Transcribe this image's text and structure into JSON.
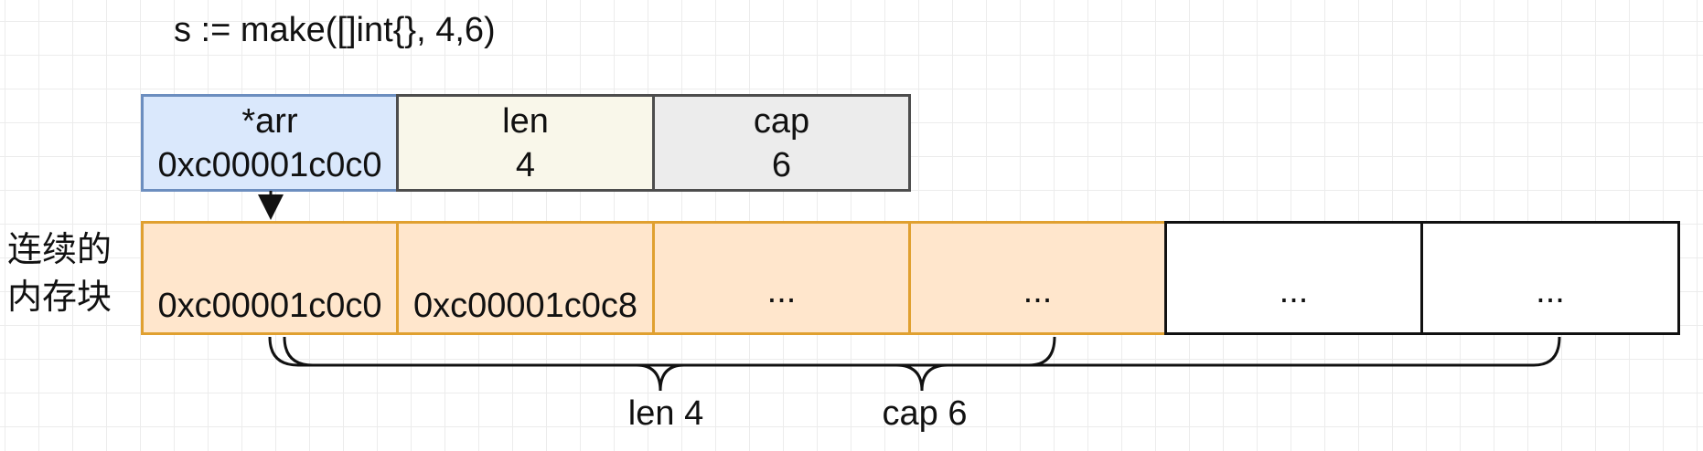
{
  "title": "s := make([]int{}, 4,6)",
  "header": {
    "arr": {
      "label": "*arr",
      "value": "0xc00001c0c0"
    },
    "len": {
      "label": "len",
      "value": "4"
    },
    "cap": {
      "label": "cap",
      "value": "6"
    }
  },
  "side_label": [
    "连续的",
    "内存块"
  ],
  "memory_cells": [
    {
      "text": "0xc00001c0c0",
      "filled": true
    },
    {
      "text": "0xc00001c0c8",
      "filled": true
    },
    {
      "text": "...",
      "filled": true
    },
    {
      "text": "...",
      "filled": true
    },
    {
      "text": "...",
      "filled": false
    },
    {
      "text": "...",
      "filled": false
    }
  ],
  "braces": {
    "len_label": "len 4",
    "cap_label": "cap 6"
  },
  "colors": {
    "pointer_cell": "#dae8fc",
    "len_cell": "#f9f7ea",
    "cap_cell": "#ececec",
    "memory_filled": "#ffe6cc",
    "memory_filled_border": "#e0a030",
    "memory_empty": "#ffffff"
  }
}
